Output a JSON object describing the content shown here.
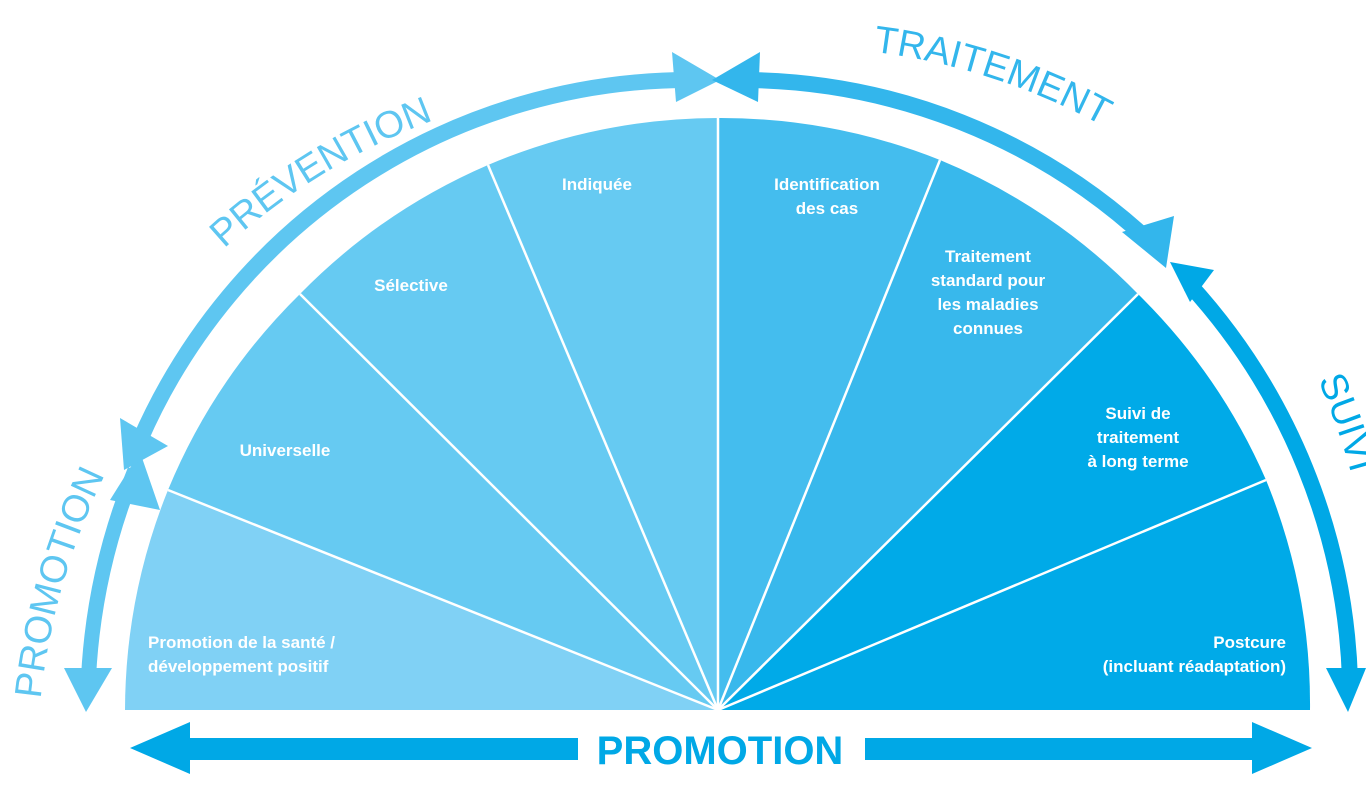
{
  "colors": {
    "segment_light": "#80d1f5",
    "segment_prevention": "#66caf2",
    "segment_identification": "#44bdee",
    "segment_treatment": "#38b8ec",
    "segment_followup": "#00aae8",
    "arc_prevention": "#5ec6f1",
    "arc_treatment": "#33b6ec",
    "arc_followup": "#00a8e6",
    "bottom_arrow": "#00a8e6",
    "divider": "#ffffff"
  },
  "segments": [
    {
      "id": "promotion-sante",
      "lines": [
        "Promotion de la santé /",
        "développement positif"
      ]
    },
    {
      "id": "universelle",
      "lines": [
        "Universelle"
      ]
    },
    {
      "id": "selective",
      "lines": [
        "Sélective"
      ]
    },
    {
      "id": "indiquee",
      "lines": [
        "Indiquée"
      ]
    },
    {
      "id": "identification",
      "lines": [
        "Identification",
        "des cas"
      ]
    },
    {
      "id": "traitement-standard",
      "lines": [
        "Traitement",
        "standard pour",
        "les maladies",
        "connues"
      ]
    },
    {
      "id": "suivi",
      "lines": [
        "Suivi de",
        "traitement",
        "à long terme"
      ]
    },
    {
      "id": "postcure",
      "lines": [
        "Postcure",
        "(incluant réadaptation)"
      ]
    }
  ],
  "arcs": {
    "promotion": "PROMOTION",
    "prevention": "PRÉVENTION",
    "traitement": "TRAITEMENT",
    "suivi": "SUIVI"
  },
  "bottom": {
    "label": "PROMOTION"
  }
}
